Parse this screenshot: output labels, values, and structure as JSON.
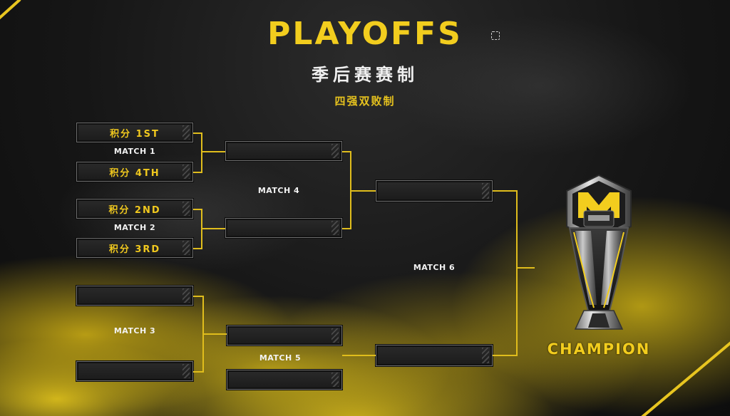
{
  "header": {
    "title": "PLAYOFFS",
    "subtitle": "季后赛赛制",
    "format": "四强双败制"
  },
  "bracket": {
    "seeds": {
      "first": "积分 1ST",
      "fourth": "积分 4TH",
      "second": "积分 2ND",
      "third": "积分 3RD"
    },
    "matches": {
      "m1": "MATCH 1",
      "m2": "MATCH 2",
      "m3": "MATCH 3",
      "m4": "MATCH 4",
      "m5": "MATCH 5",
      "m6": "MATCH 6"
    },
    "champion": "CHAMPION"
  },
  "colors": {
    "accent": "#f2cd1e",
    "bracket_line": "#e0bd1c",
    "background": "#141414"
  },
  "icons": [
    "focus-corners-icon",
    "trophy-icon"
  ]
}
